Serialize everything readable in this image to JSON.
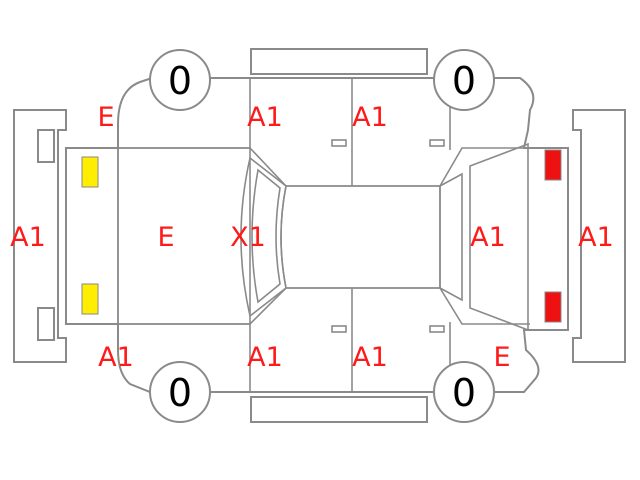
{
  "colors": {
    "outline": "#8a8a8a",
    "damage_code": "#ff1a1a",
    "tire_code": "#000000",
    "front_lamp": "#ffee00",
    "rear_lamp": "#ee1111"
  },
  "codes": {
    "front_bumper": "A1",
    "hood": "E",
    "windshield": "X1",
    "rear_window": "A1",
    "rear_bumper": "A1",
    "left_front_fender": "E",
    "left_front_door": "A1",
    "left_rear_door": "A1",
    "right_front_fender": "A1",
    "right_front_door": "A1",
    "right_rear_door": "A1",
    "right_rear_quarter": "E"
  },
  "tires": {
    "left_front": "0",
    "left_rear": "0",
    "right_front": "0",
    "right_rear": "0"
  }
}
